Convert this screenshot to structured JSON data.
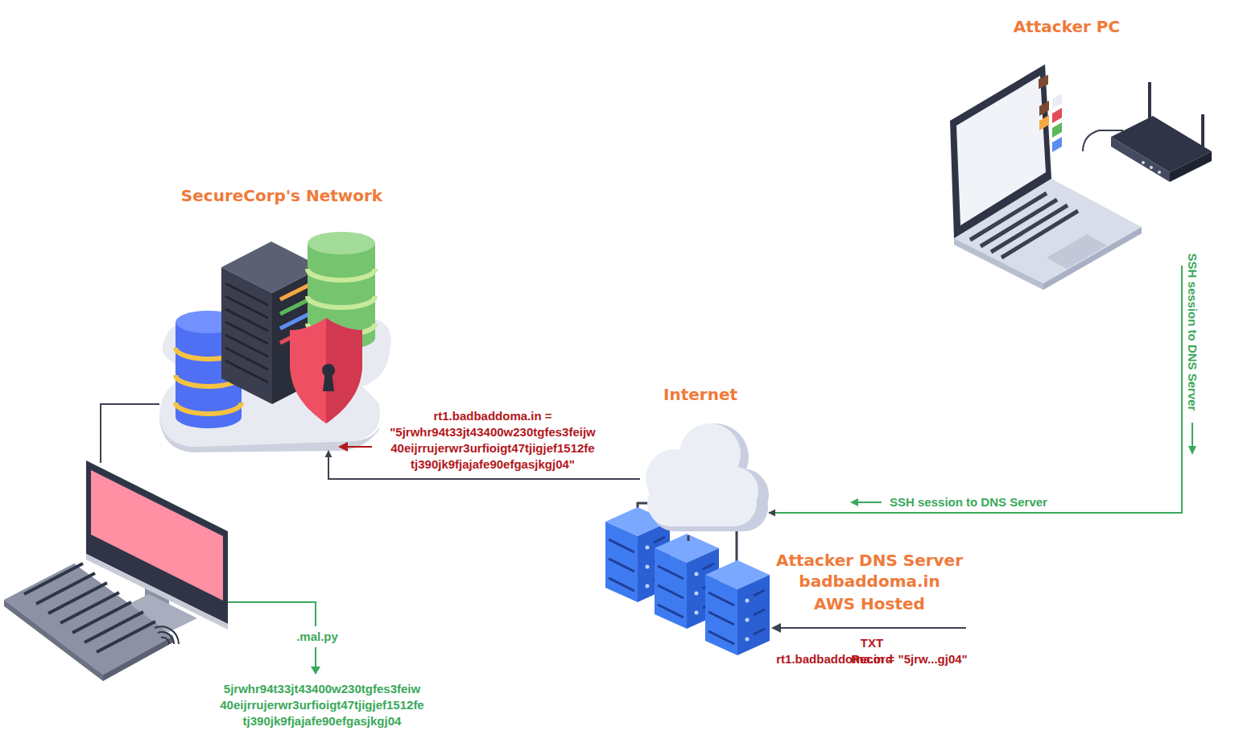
{
  "diagram": {
    "nodes": [
      {
        "text": [
          "Attacker PC"
        ]
      },
      {
        "text": [
          "SecureCorp's Network"
        ]
      },
      {
        "text": [
          "Internet"
        ]
      },
      {
        "text": [
          "Attacker DNS Server",
          "badbaddoma.in",
          "AWS Hosted"
        ]
      }
    ],
    "edges": [
      {
        "from": 0,
        "to": 2,
        "arrow": "to",
        "label": "SSH session to DNS Server"
      },
      {
        "from": 2,
        "to": 1,
        "arrow": "to",
        "label": "rt1.badbaddoma.in = \"5jrwhr94t33jt43400w230tgfes3feijw 40eijrrujerwr3urfioigt47tjigjef1512fe tj390jk9fjajafe90efgasjkgj04\""
      },
      {
        "from": 2,
        "to": 3,
        "arrow": "none"
      }
    ],
    "labels": [
      "SSH session to DNS Server",
      ".mal.py",
      "5jrwhr94t33jt43400w230tgfes3feiw 40eijrrujerwr3urfioigt47tjigjef1512fe tj390jk9fjajafe90efgasjkgj04",
      "TXT Record",
      "rt1.badbaddoma.in = \"5jrw...gj04\""
    ]
  }
}
